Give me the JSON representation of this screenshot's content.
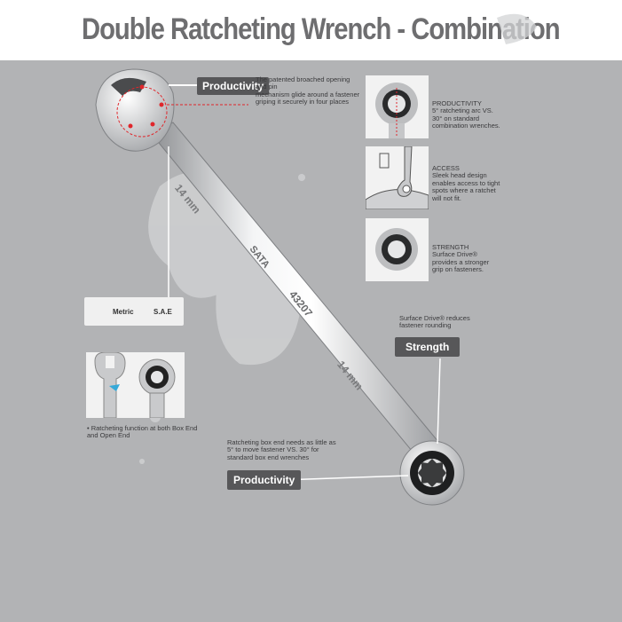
{
  "title": "Double Ratcheting Wrench - Combination",
  "tags": {
    "productivity_top": "Productivity",
    "strength": "Strength",
    "productivity_bottom": "Productivity"
  },
  "notes": {
    "top": [
      "The patented broached opening and pin",
      "mechanism  glide around a fastener",
      "griping it securely in four places"
    ],
    "strength": [
      "Surface Drive® reduces",
      "fastener rounding"
    ],
    "bottom": [
      "Ratcheting box end needs as little as",
      "5° to move fastener VS. 30° for",
      "standard box end wrenches"
    ],
    "ratchet_both": [
      "• Ratcheting function at both Box End",
      "   and Open End"
    ]
  },
  "features": [
    {
      "heading": "PRODUCTIVITY",
      "lines": [
        "5° ratcheting arc VS.",
        "30° on standard",
        "combination wrenches."
      ]
    },
    {
      "heading": "ACCESS",
      "lines": [
        "Sleek head design",
        "enables access to tight",
        "spots where a ratchet",
        "will not fit."
      ]
    },
    {
      "heading": "STRENGTH",
      "lines": [
        "Surface Drive®",
        "provides a stronger",
        "grip on fasteners."
      ]
    }
  ],
  "legend": {
    "metric": "Metric",
    "sae": "S.A.E"
  },
  "wrench": {
    "size_top": "14 mm",
    "size_bottom": "14 mm",
    "brand": "SATA",
    "part_no": "43207"
  },
  "colors": {
    "background_gray": "#b2b3b5",
    "tag": "#575759",
    "metric_arrow": "#36a9d8",
    "sae_arrow": "#d1202a",
    "accent_red": "#e0262b"
  }
}
